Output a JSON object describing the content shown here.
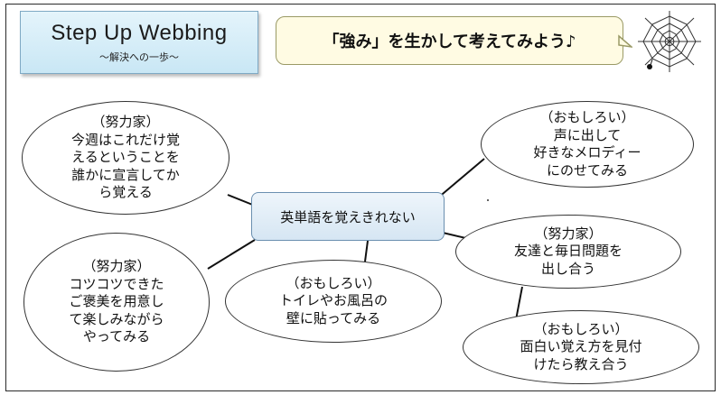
{
  "title": {
    "main": "Step Up Webbing",
    "sub": "〜解決への一歩〜"
  },
  "banner": "「強み」を生かして考えてみよう♪",
  "center": "英単語を覚えきれない",
  "nodes": [
    {
      "id": "n1",
      "text": "（努力家）\n今週はこれだけ覚\nえるということを\n誰かに宣言してか\nら覚える"
    },
    {
      "id": "n2",
      "text": "（努力家）\nコツコツできた\nご褒美を用意し\nて楽しみながら\nやってみる"
    },
    {
      "id": "n3",
      "text": "（おもしろい）\nトイレやお風呂の\n壁に貼ってみる"
    },
    {
      "id": "n4",
      "text": "（おもしろい）\n声に出して\n好きなメロディー\nにのせてみる"
    },
    {
      "id": "n5",
      "text": "（努力家）\n友達と毎日問題を\n出し合う"
    },
    {
      "id": "n6",
      "text": "（おもしろい）\n面白い覚え方を見付\nけたら教え合う"
    }
  ],
  "icons": {
    "decoration": "spider-web-icon"
  },
  "colors": {
    "title_bg": "#d3ecf7",
    "banner_bg": "#fffbe3",
    "line": "#111111"
  }
}
